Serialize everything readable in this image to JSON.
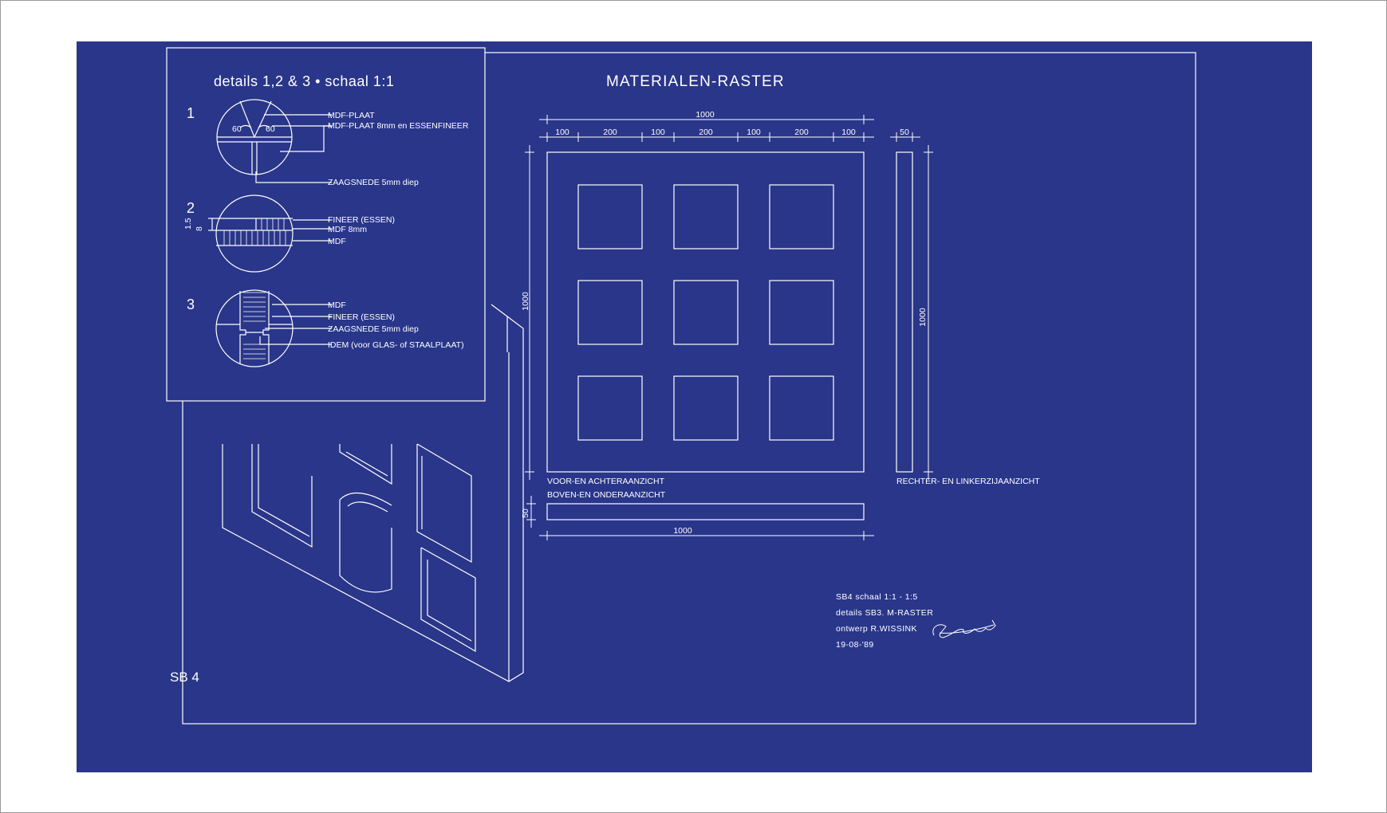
{
  "colors": {
    "paper": "#29368a",
    "line": "#ffffff",
    "border": "#9a9a9a"
  },
  "detail_panel": {
    "title": "details 1,2 & 3 • schaal 1:1",
    "detail1": {
      "number": "1",
      "angle_left": "60",
      "angle_right": "60",
      "labels": [
        "MDF-PLAAT",
        "MDF-PLAAT 8mm en ESSENFINEER",
        "ZAAGSNEDE 5mm diep"
      ]
    },
    "detail2": {
      "number": "2",
      "dim_a": "1.5",
      "dim_b": "8",
      "labels": [
        "FINEER (ESSEN)",
        "MDF 8mm",
        "MDF"
      ]
    },
    "detail3": {
      "number": "3",
      "labels": [
        "MDF",
        "FINEER (ESSEN)",
        "ZAAGSNEDE 5mm diep",
        "IDEM (voor GLAS- of STAALPLAAT)"
      ]
    }
  },
  "main": {
    "title": "MATERIALEN-RASTER",
    "dims": {
      "overall_width": "1000",
      "segments": [
        "100",
        "200",
        "100",
        "200",
        "100",
        "200",
        "100"
      ],
      "side_thickness": "50",
      "front_height": "1000",
      "side_height": "1000",
      "bottom_thickness": "50",
      "bottom_width": "1000"
    },
    "views": {
      "front": "VOOR-EN  ACHTERAANZICHT",
      "side": "RECHTER- EN LINKERZIJAANZICHT",
      "top": "BOVEN-EN ONDERAANZICHT"
    }
  },
  "title_block": {
    "line1": "SB4   schaal 1:1 - 1:5",
    "line2": "details SB3. M-RASTER",
    "line3": "ontwerp  R.WISSINK",
    "line4": "19-08-'89"
  },
  "sheet_id": "SB 4"
}
